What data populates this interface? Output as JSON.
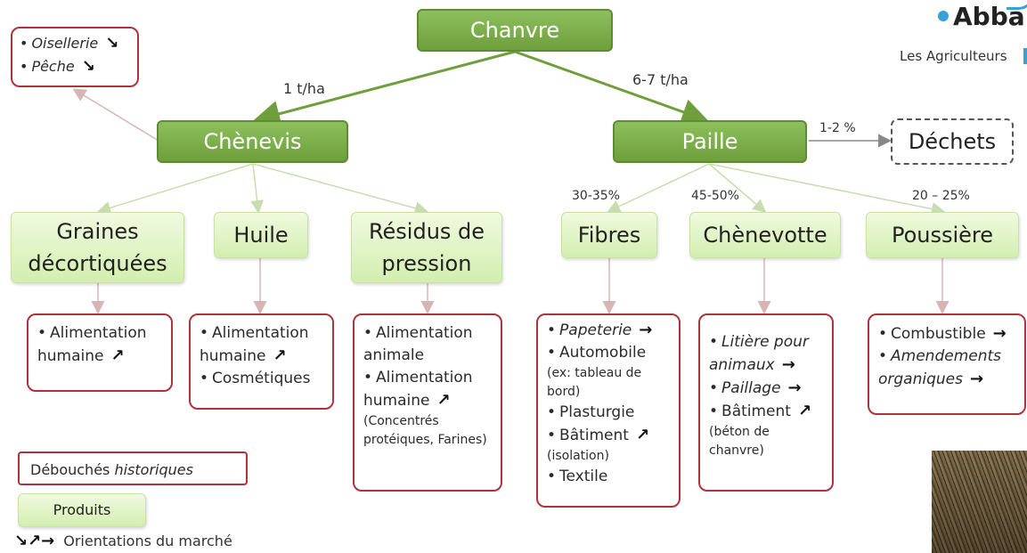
{
  "logo": {
    "name": "Abba",
    "subtitle": "Les Agriculteurs"
  },
  "root": {
    "label": "Chanvre"
  },
  "branches": {
    "left": {
      "label": "Chènevis",
      "yield": "1 t/ha"
    },
    "right": {
      "label": "Paille",
      "yield": "6-7 t/ha"
    }
  },
  "waste": {
    "label": "Déchets",
    "share": "1-2 %"
  },
  "historic": {
    "items": [
      {
        "text": "Oisellerie",
        "trend": "↘"
      },
      {
        "text": "Pêche",
        "trend": "↘"
      }
    ]
  },
  "products": {
    "graines": {
      "label_line1": "Graines",
      "label_line2": "décortiquées"
    },
    "huile": {
      "label": "Huile"
    },
    "residus": {
      "label_line1": "Résidus de",
      "label_line2": "pression"
    },
    "fibres": {
      "label": "Fibres",
      "share": "30-35%"
    },
    "chenevotte": {
      "label": "Chènevotte",
      "share": "45-50%"
    },
    "poussiere": {
      "label": "Poussière",
      "share": "20 – 25%"
    }
  },
  "markets": {
    "graines": [
      {
        "text": "Alimentation",
        "cont": "humaine",
        "trend": "↗"
      }
    ],
    "huile": [
      {
        "text": "Alimentation",
        "cont": "humaine",
        "trend": "↗"
      },
      {
        "text": "Cosmétiques"
      }
    ],
    "residus": [
      {
        "text": "Alimentation",
        "cont": "animale"
      },
      {
        "text": "Alimentation",
        "cont": "humaine",
        "trend": "↗",
        "note": "(Concentrés protéiques, Farines)"
      }
    ],
    "fibres": [
      {
        "text": "Papeterie",
        "trend": "→"
      },
      {
        "text": "Automobile",
        "note": "(ex: tableau de bord)"
      },
      {
        "text": "Plasturgie"
      },
      {
        "text": "Bâtiment",
        "trend": "↗",
        "note": "(isolation)"
      },
      {
        "text": "Textile"
      }
    ],
    "chenevotte": [
      {
        "text": "Litière pour",
        "cont": "animaux",
        "trend": "→"
      },
      {
        "text": "Paillage",
        "trend": "→"
      },
      {
        "text": "Bâtiment",
        "trend": "↗",
        "note": "(béton de chanvre)"
      }
    ],
    "poussiere": [
      {
        "text": "Combustible",
        "trend": "→"
      },
      {
        "text": "Amendements",
        "cont": "organiques",
        "trend": "→"
      }
    ]
  },
  "legend": {
    "historic_prefix": "Débouchés",
    "historic_suffix": "historiques",
    "products": "Produits",
    "arrows": "↘↗→",
    "orientations": "Orientations du marché"
  },
  "colors": {
    "dark_green": "#7aab48",
    "light_green": "#e3f4c8",
    "red_border": "#b0323c"
  }
}
